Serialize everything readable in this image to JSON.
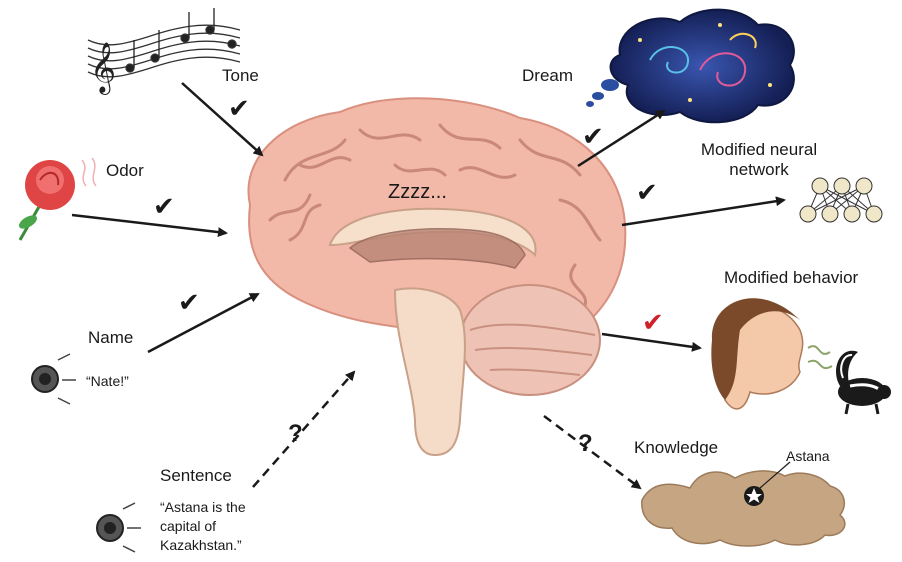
{
  "inputs": {
    "tone": "Tone",
    "odor": "Odor",
    "name": "Name",
    "name_quote": "“Nate!”",
    "sentence": "Sentence",
    "sentence_quote": "“Astana is the capital of Kazakhstan.”"
  },
  "brain": {
    "sleep_text": "Zzzz..."
  },
  "outputs": {
    "dream": "Dream",
    "network": "Modified neural network",
    "behavior": "Modified behavior",
    "knowledge": "Knowledge",
    "map_label": "Astana"
  },
  "marks": {
    "check": "✔",
    "question": "?"
  },
  "colors": {
    "brain": "#f2b8a8",
    "cerebellum": "#eec3b5",
    "brainstem": "#f5dcc8",
    "map": "#c6a583",
    "dream_bg": "#1d2b6b",
    "check_dark": "#1a1a1a",
    "check_red": "#d0202a"
  },
  "icons": [
    "music-staff-icon",
    "rose-icon",
    "speaker-icon",
    "speaker-icon",
    "thought-cloud-icon",
    "neural-network-icon",
    "face-icon",
    "skunk-icon",
    "kazakhstan-map-icon",
    "star-icon"
  ]
}
